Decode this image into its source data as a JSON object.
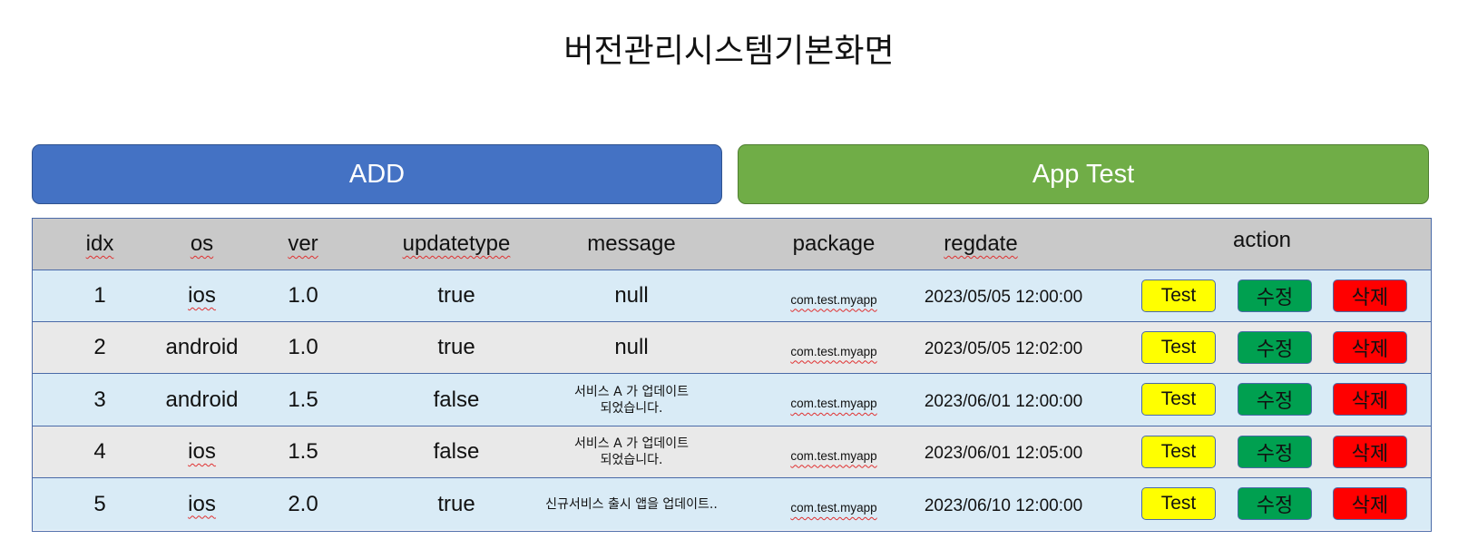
{
  "page": {
    "title": "버전관리시스템기본화면"
  },
  "toolbar": {
    "add_label": "ADD",
    "app_test_label": "App Test"
  },
  "table": {
    "columns": [
      "idx",
      "os",
      "ver",
      "updatetype",
      "message",
      "package",
      "regdate",
      "action"
    ],
    "rows": [
      {
        "idx": "1",
        "os": "ios",
        "ver": "1.0",
        "updatetype": "true",
        "message": "null",
        "package": "com.test.myapp",
        "regdate": "2023/05/05 12:00:00"
      },
      {
        "idx": "2",
        "os": "android",
        "ver": "1.0",
        "updatetype": "true",
        "message": "null",
        "package": "com.test.myapp",
        "regdate": "2023/05/05 12:02:00"
      },
      {
        "idx": "3",
        "os": "android",
        "ver": "1.5",
        "updatetype": "false",
        "message": "서비스 A 가 업데이트\n되었습니다.",
        "package": "com.test.myapp",
        "regdate": "2023/06/01 12:00:00"
      },
      {
        "idx": "4",
        "os": "ios",
        "ver": "1.5",
        "updatetype": "false",
        "message": "서비스 A 가 업데이트\n되었습니다.",
        "package": "com.test.myapp",
        "regdate": "2023/06/01 12:05:00"
      },
      {
        "idx": "5",
        "os": "ios",
        "ver": "2.0",
        "updatetype": "true",
        "message": "신규서비스 출시 앱을 업데이트..",
        "package": "com.test.myapp",
        "regdate": "2023/06/10 12:00:00"
      }
    ],
    "action_labels": {
      "test": "Test",
      "edit": "수정",
      "delete": "삭제"
    }
  },
  "colors": {
    "add_button": "#4472c4",
    "app_test_button": "#70ad47",
    "header_row": "#c9c9c9",
    "row_blue": "#d9ebf6",
    "row_gray": "#e9e9e9",
    "test_button": "#ffff00",
    "edit_button": "#00a050",
    "delete_button": "#ff0000",
    "border": "#4a6aa8"
  }
}
